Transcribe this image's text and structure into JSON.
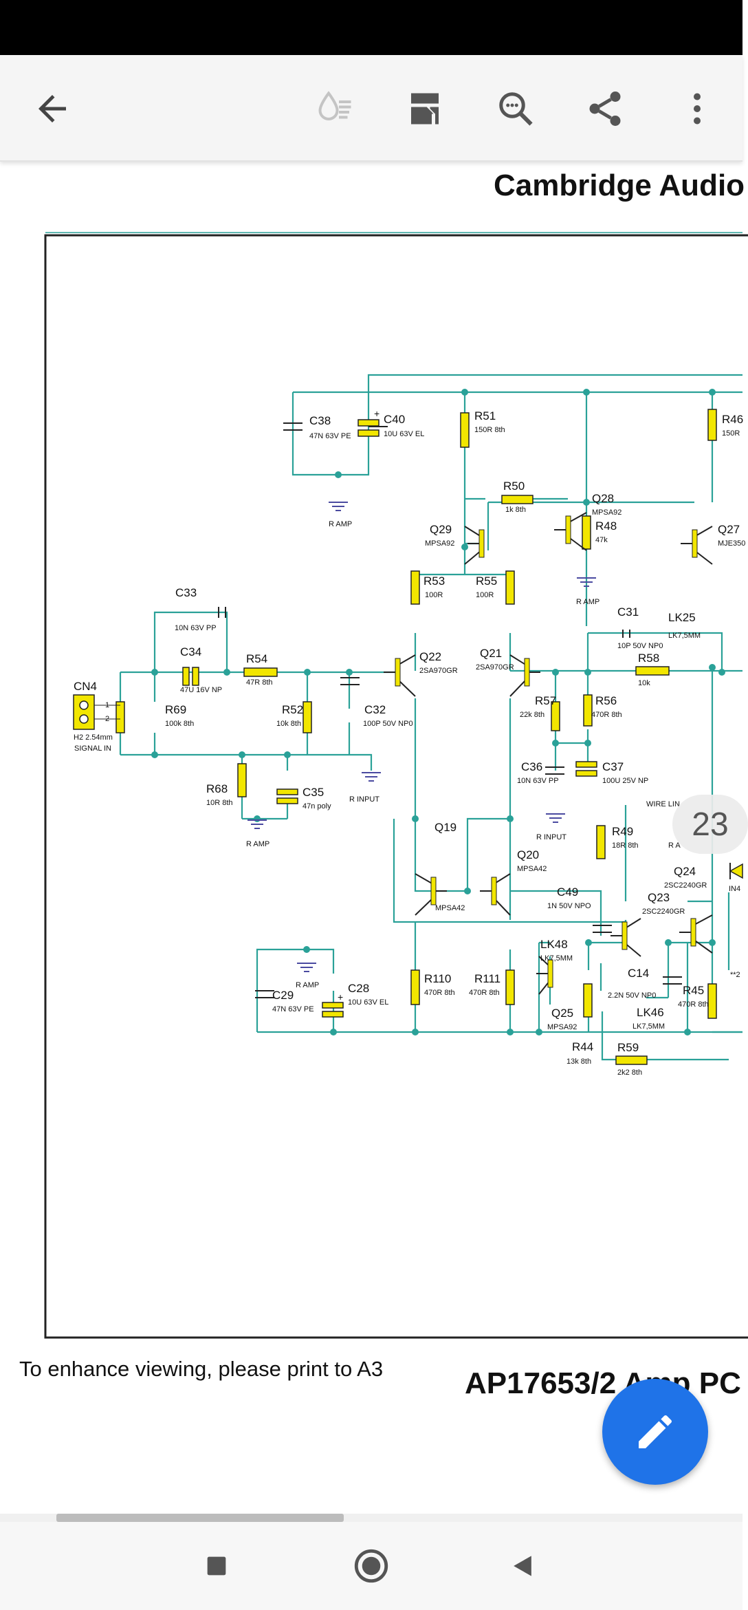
{
  "toolbar": {
    "back_icon": "arrow-left-icon",
    "icons": [
      "ink-drop-icon",
      "page-layout-icon",
      "search-icon",
      "share-icon",
      "more-vert-icon"
    ]
  },
  "document": {
    "title": "Cambridge Audio",
    "note": "To enhance viewing, please print to A3",
    "footer_title": "AP17653/2 Amp PC",
    "page_number": "23"
  },
  "schematic": {
    "components": [
      {
        "ref": "C38",
        "value": "47N 63V PE"
      },
      {
        "ref": "C40",
        "value": "10U 63V EL"
      },
      {
        "ref": "R51",
        "value": "150R 8th"
      },
      {
        "ref": "R50",
        "value": "1k 8th"
      },
      {
        "ref": "Q28",
        "value": "MPSA92"
      },
      {
        "ref": "R46",
        "value": "150R"
      },
      {
        "ref": "Q29",
        "value": "MPSA92"
      },
      {
        "ref": "Q27",
        "value": "MJE350"
      },
      {
        "ref": "R48",
        "value": "47k"
      },
      {
        "ref": "R53",
        "value": "100R"
      },
      {
        "ref": "R55",
        "value": "100R"
      },
      {
        "ref": "C33",
        "value": "10N 63V PP"
      },
      {
        "ref": "C34",
        "value": "47U 16V NP"
      },
      {
        "ref": "R54",
        "value": "47R 8th"
      },
      {
        "ref": "Q22",
        "value": "2SA970GR"
      },
      {
        "ref": "Q21",
        "value": "2SA970GR"
      },
      {
        "ref": "C31",
        "value": "10P 50V NP0"
      },
      {
        "ref": "LK25",
        "value": "LK7,5MM"
      },
      {
        "ref": "R58",
        "value": "10k"
      },
      {
        "ref": "CN4",
        "value": "H2 2.54mm"
      },
      {
        "ref": "R69",
        "value": "100k 8th"
      },
      {
        "ref": "R52",
        "value": "10k 8th"
      },
      {
        "ref": "C32",
        "value": "100P 50V NP0"
      },
      {
        "ref": "R57",
        "value": "22k 8th"
      },
      {
        "ref": "R56",
        "value": "470R 8th"
      },
      {
        "ref": "C36",
        "value": "10N 63V PP"
      },
      {
        "ref": "C37",
        "value": "100U 25V NP"
      },
      {
        "ref": "R68",
        "value": "10R 8th"
      },
      {
        "ref": "C35",
        "value": "47n poly"
      },
      {
        "ref": "Q19",
        "value": "MPSA42"
      },
      {
        "ref": "Q20",
        "value": "MPSA42"
      },
      {
        "ref": "R49",
        "value": "18R 8th"
      },
      {
        "ref": "Q24",
        "value": "2SC2240GR"
      },
      {
        "ref": "Q23",
        "value": "2SC2240GR"
      },
      {
        "ref": "C49",
        "value": "1N 50V NPO"
      },
      {
        "ref": "LK48",
        "value": "LK7,5MM"
      },
      {
        "ref": "C14",
        "value": "2.2N 50V NP0"
      },
      {
        "ref": "R45",
        "value": "470R 8th"
      },
      {
        "ref": "LK46",
        "value": "LK7,5MM"
      },
      {
        "ref": "R110",
        "value": "470R 8th"
      },
      {
        "ref": "R111",
        "value": "470R 8th"
      },
      {
        "ref": "Q25",
        "value": "MPSA92"
      },
      {
        "ref": "C29",
        "value": "47N 63V PE"
      },
      {
        "ref": "C28",
        "value": "10U 63V EL"
      },
      {
        "ref": "R44",
        "value": "13k 8th"
      },
      {
        "ref": "R59",
        "value": "2k2 8th"
      }
    ],
    "net_labels": {
      "ramp_1": "R AMP",
      "ramp_2": "R AMP",
      "ramp_3": "R AMP",
      "ramp_4": "R AMP",
      "rinput_1": "R INPUT",
      "rinput_2": "R INPUT",
      "signal_in": "SIGNAL IN",
      "wire_link": "WIRE LIN",
      "pin_1": "1",
      "pin_2": "2",
      "in4": "IN4",
      "r_a": "R A",
      "star2": "**2"
    }
  },
  "fab": {
    "icon": "pencil-icon"
  },
  "navbar": {
    "icons": [
      "recent-apps-icon",
      "home-icon",
      "back-triangle-icon"
    ]
  },
  "colors": {
    "wire": "#2aa198",
    "component": "#f2e600",
    "fab": "#1f73e8",
    "ground": "#4a4aa0"
  }
}
